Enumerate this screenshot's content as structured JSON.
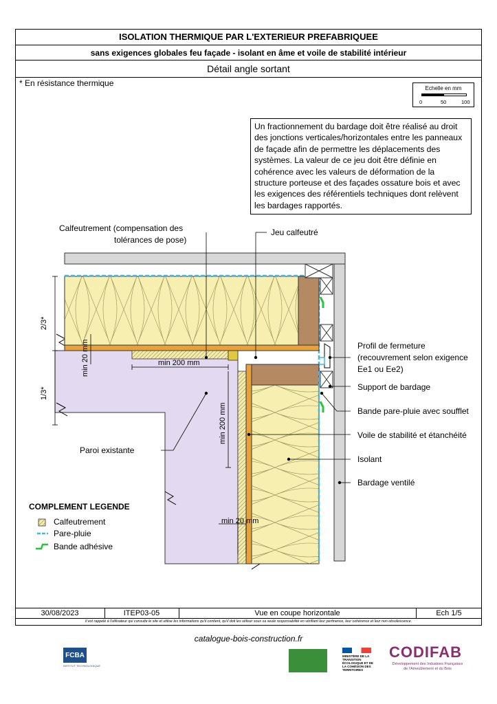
{
  "header": {
    "title": "ISOLATION THERMIQUE PAR L'EXTERIEUR PREFABRIQUEE",
    "subtitle": "sans exigences globales feu façade - isolant en âme et voile de stabilité intérieur",
    "detail": "Détail angle sortant"
  },
  "note_star": "* En résistance thermique",
  "scale": {
    "label": "Echelle en mm",
    "ticks": [
      "0",
      "50",
      "100"
    ]
  },
  "info_text": "Un fractionnement du bardage doit être réalisé au droit des jonctions verticales/horizontales entre les panneaux de façade afin de permettre les déplacements des systèmes. La valeur de ce jeu doit être définie en cohérence avec les valeurs de déformation de la structure porteuse et des façades ossature bois et avec les exigences des référentiels techniques dont relèvent les bardages rapportés.",
  "labels": {
    "calfeutrement_line1": "Calfeutrement (compensation des",
    "calfeutrement_line2": "tolérances de pose)",
    "jeu_calfeutre": "Jeu calfeutré",
    "profil_line1": "Profil de fermeture",
    "profil_line2": "(recouvrement selon exigence",
    "profil_line3": "Ee1 ou Ee2)",
    "support_bardage": "Support de bardage",
    "bande_pare_pluie": "Bande pare-pluie avec soufflet",
    "voile_stabilite": "Voile de stabilité et étanchéité",
    "isolant": "Isolant",
    "bardage_ventile": "Bardage ventilé",
    "paroi_existante": "Paroi existante"
  },
  "dimensions": {
    "two_thirds": "2/3*",
    "one_third": "1/3*",
    "min20_vertical": "min 20 mm",
    "min200_horizontal": "min 200 mm",
    "min200_vertical": "min 200 mm",
    "min20_bottom": "min 20 mm"
  },
  "legend": {
    "title": "COMPLEMENT LEGENDE",
    "items": [
      {
        "label": "Calfeutrement",
        "symbol": "hatch-swatch-icon"
      },
      {
        "label": "Pare-pluie",
        "symbol": "dashed-blue-line-icon"
      },
      {
        "label": "Bande adhésive",
        "symbol": "green-tape-icon"
      }
    ]
  },
  "footer": {
    "date": "30/08/2023",
    "ref": "ITEP03-05",
    "view": "Vue en coupe horizontale",
    "sheet": "Ech 1/5",
    "disclaimer": "Il est rappelé à l'utilisateur qui consulte le site et utilise les informations qu'il contient, qu'il doit les utiliser sous sa seule responsabilité en vérifiant leur pertinence, leur cohérence et leur non obsolescence.",
    "website": "catalogue-bois-construction.fr"
  },
  "logos": {
    "fcba": "FCBA",
    "fcba_sub": "INSTITUT TECHNOLOGIQUE",
    "ministere": "MINISTÈRE DE LA TRANSITION ÉCOLOGIQUE ET DE LA COHÉSION DES TERRITOIRES",
    "codifab": "CODIFAB",
    "codifab_sub1": "Développement des Industries Françaises",
    "codifab_sub2": "de l'Ameublement et du Bois"
  },
  "colors": {
    "insulation": "#f6efb0",
    "existing_wall": "#e3d9f0",
    "wood": "#b58a63",
    "voile": "#e8a23c",
    "pare_pluie": "#43b5e8",
    "tape": "#27c63a",
    "cladding": "#d7d7d7"
  }
}
